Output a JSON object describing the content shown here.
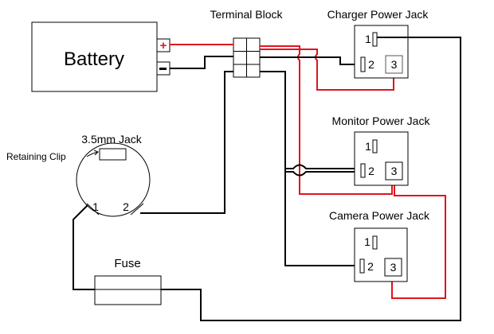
{
  "diagram": {
    "type": "wiring-schematic",
    "wire_colors": {
      "positive": "#e0141e",
      "negative": "#000000"
    },
    "components": {
      "battery": {
        "label": "Battery",
        "positive_symbol": "+",
        "negative_symbol": "−"
      },
      "terminal_block": {
        "label": "Terminal Block"
      },
      "charger_jack": {
        "label": "Charger Power Jack",
        "pins": [
          "1",
          "2",
          "3"
        ]
      },
      "monitor_jack": {
        "label": "Monitor Power Jack",
        "pins": [
          "1",
          "2",
          "3"
        ]
      },
      "camera_jack": {
        "label": "Camera Power Jack",
        "pins": [
          "1",
          "2",
          "3"
        ]
      },
      "audio_jack": {
        "label": "3.5mm Jack",
        "clip_label": "Retaining Clip",
        "pins": [
          "1",
          "2"
        ]
      },
      "fuse": {
        "label": "Fuse"
      }
    },
    "connections": [
      {
        "from": "battery.+",
        "to": "terminal_block",
        "color": "red"
      },
      {
        "from": "battery.-",
        "to": "terminal_block",
        "color": "black"
      },
      {
        "from": "terminal_block",
        "to": "charger_jack.3",
        "color": "red"
      },
      {
        "from": "terminal_block",
        "to": "monitor_jack.3",
        "color": "red"
      },
      {
        "from": "monitor_jack.3",
        "to": "camera_jack.3",
        "color": "red"
      },
      {
        "from": "terminal_block",
        "to": "charger_jack.2",
        "color": "black"
      },
      {
        "from": "terminal_block",
        "to": "monitor_jack.2",
        "color": "black"
      },
      {
        "from": "terminal_block",
        "to": "camera_jack.2",
        "color": "black"
      },
      {
        "from": "terminal_block",
        "to": "audio_jack.2",
        "color": "black"
      },
      {
        "from": "audio_jack.1",
        "to": "fuse",
        "color": "black"
      },
      {
        "from": "fuse",
        "to": "charger_jack.1",
        "color": "black"
      }
    ]
  }
}
